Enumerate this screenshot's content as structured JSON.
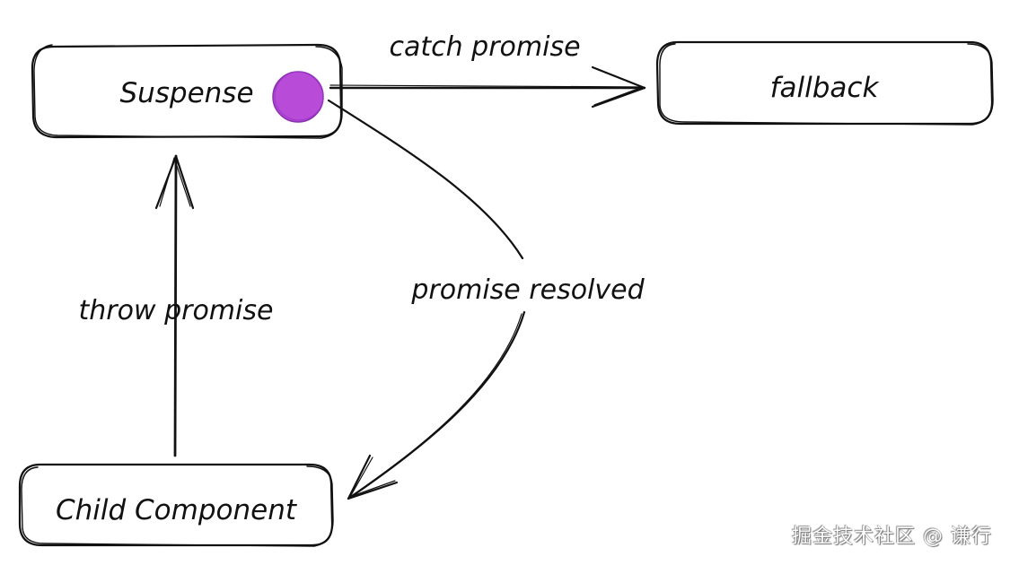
{
  "diagram": {
    "title": "React Suspense flow",
    "nodes": {
      "suspense": {
        "label": "Suspense",
        "marker_color": "#b84bd8"
      },
      "fallback": {
        "label": "fallback"
      },
      "child": {
        "label": "Child Component"
      }
    },
    "edges": {
      "catch_promise": {
        "label": "catch promise",
        "from": "Suspense",
        "to": "fallback"
      },
      "throw_promise": {
        "label": "throw promise",
        "from": "Child Component",
        "to": "Suspense"
      },
      "promise_resolved": {
        "label": "promise resolved",
        "from": "Suspense",
        "to": "Child Component"
      }
    }
  },
  "watermark": "掘金技术社区 @ 谦行"
}
